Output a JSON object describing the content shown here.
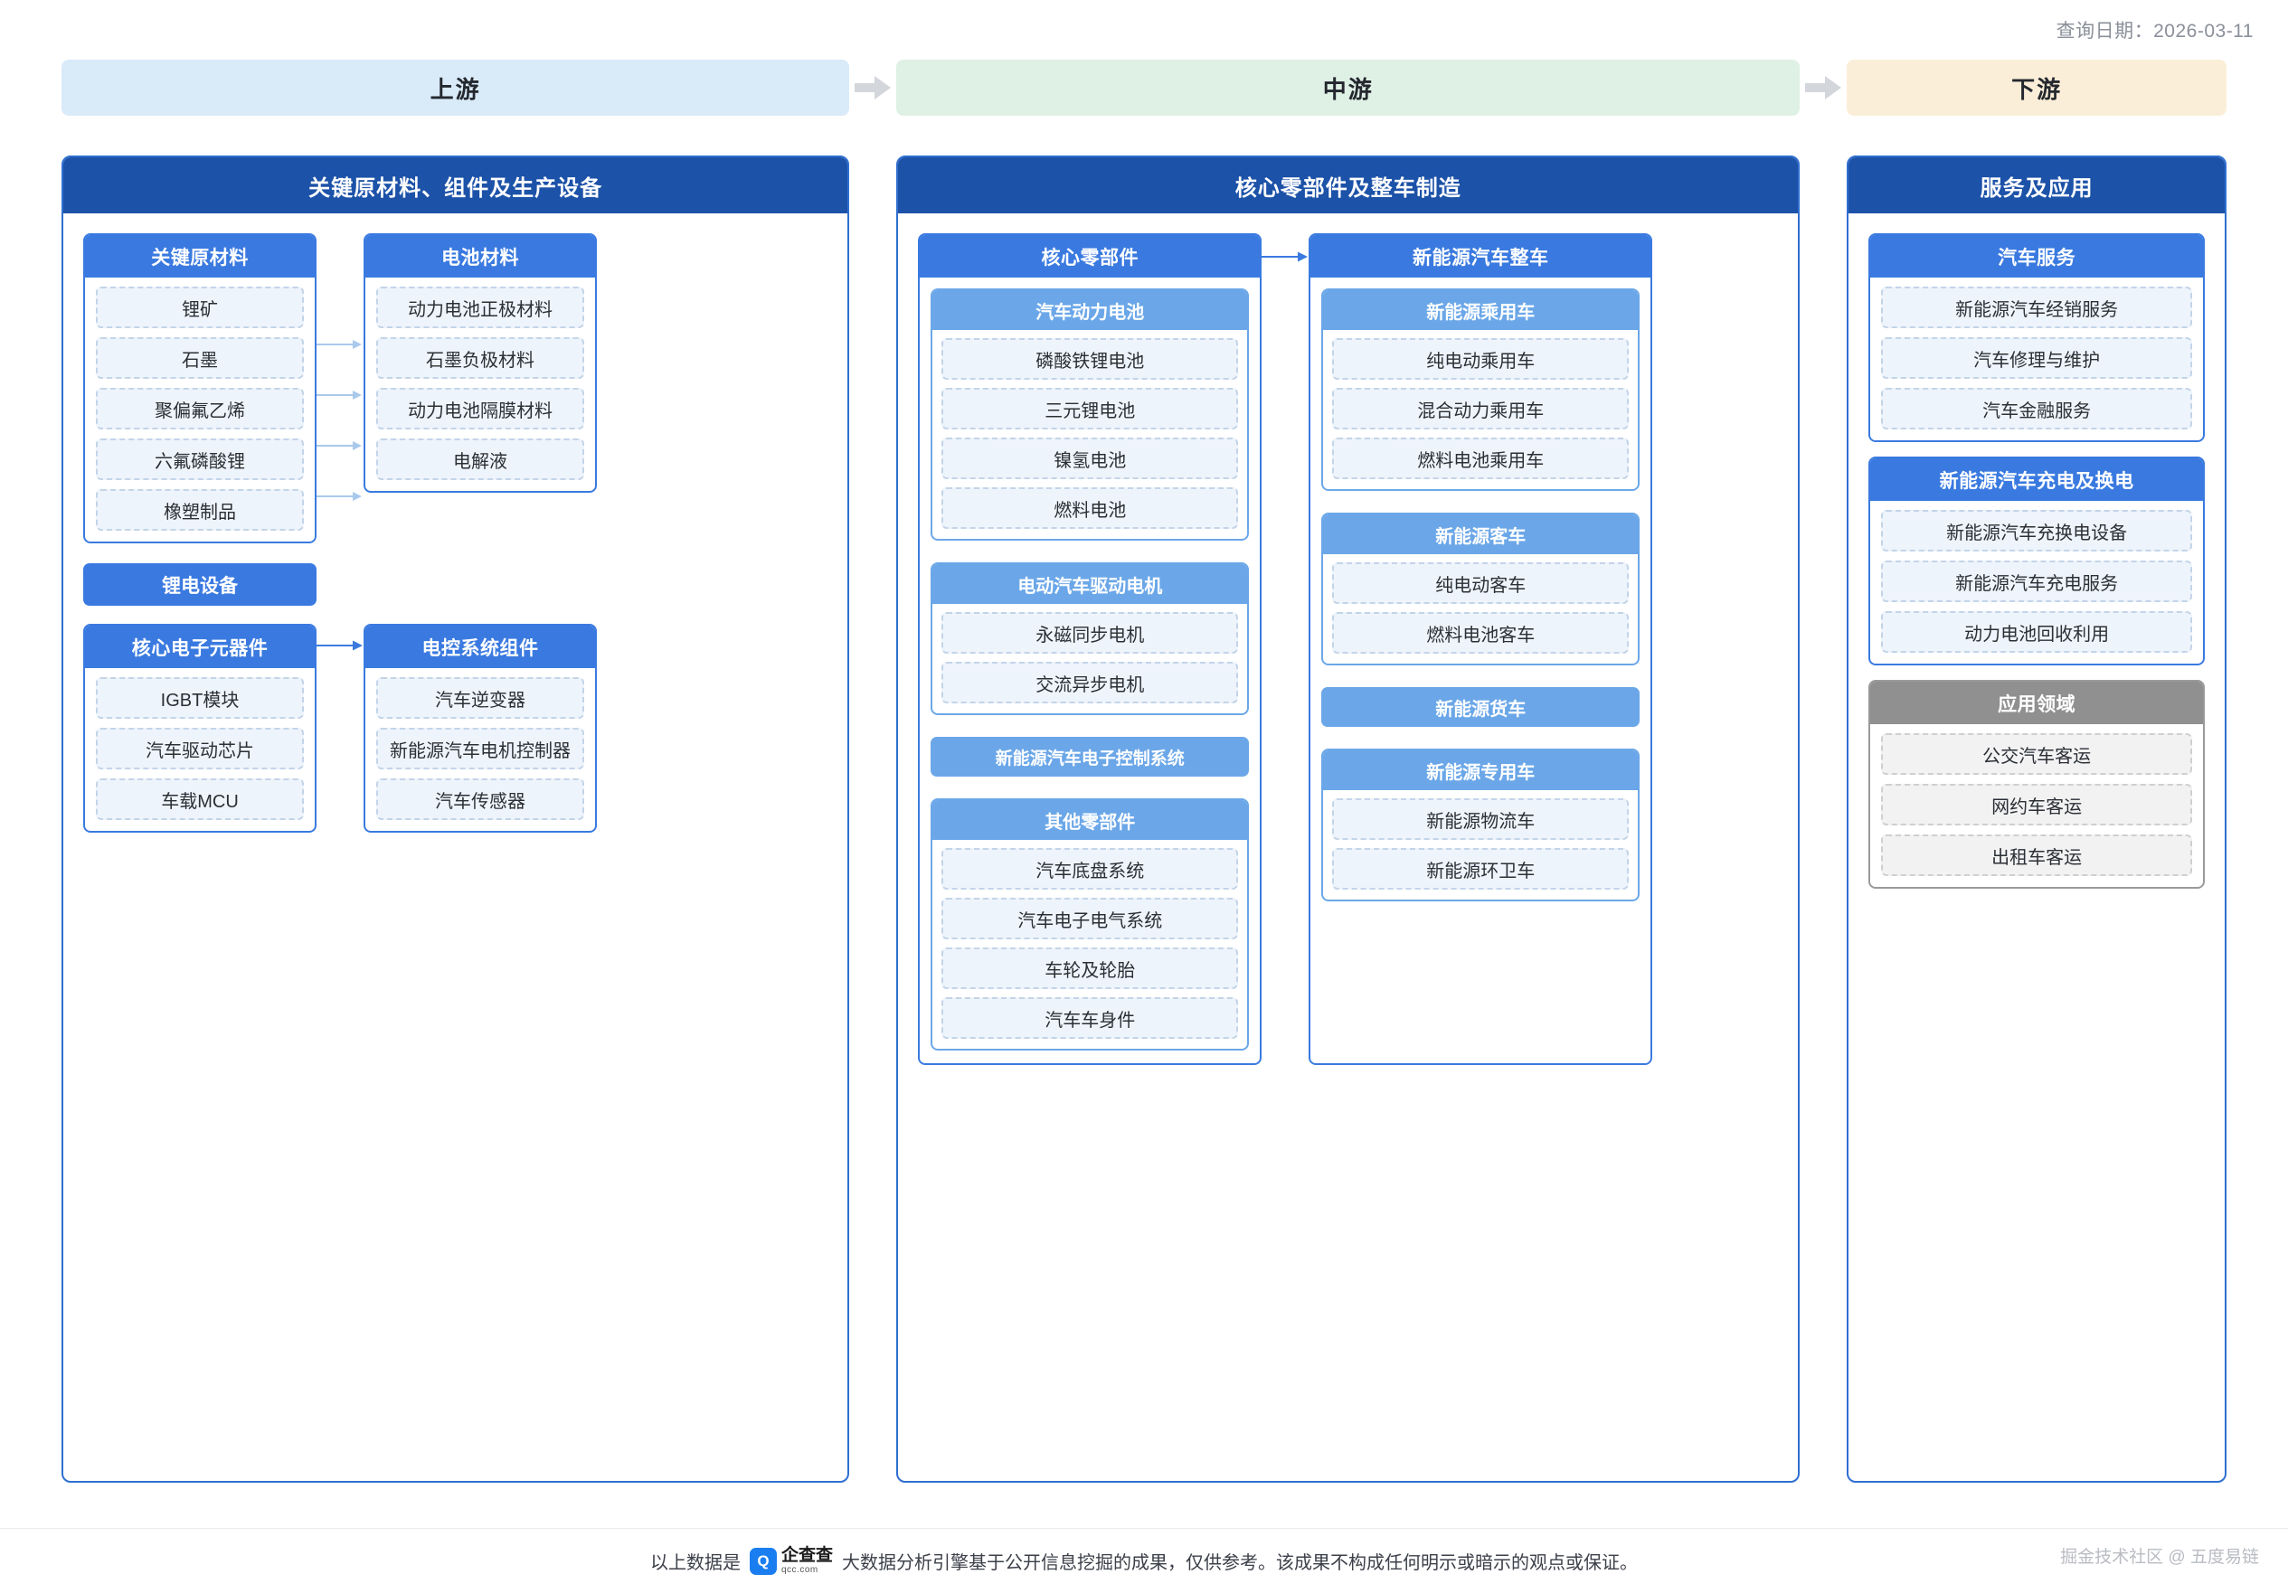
{
  "query_date": "查询日期：2026-03-11",
  "stages": [
    {
      "label": "上游",
      "color": "#d9eaf9"
    },
    {
      "label": "中游",
      "color": "#dff0e5"
    },
    {
      "label": "下游",
      "color": "#fbeed8"
    }
  ],
  "upstream": {
    "title": "关键原材料、组件及生产设备",
    "key_raw_materials": {
      "title": "关键原材料",
      "items": [
        "锂矿",
        "石墨",
        "聚偏氟乙烯",
        "六氟磷酸锂",
        "橡塑制品"
      ]
    },
    "battery_materials": {
      "title": "电池材料",
      "items": [
        "动力电池正极材料",
        "石墨负极材料",
        "动力电池隔膜材料",
        "电解液"
      ]
    },
    "lithium_equipment": {
      "title": "锂电设备"
    },
    "core_electronics": {
      "title": "核心电子元器件",
      "items": [
        "IGBT模块",
        "汽车驱动芯片",
        "车载MCU"
      ]
    },
    "ec_system_components": {
      "title": "电控系统组件",
      "items": [
        "汽车逆变器",
        "新能源汽车电机控制器",
        "汽车传感器"
      ]
    }
  },
  "midstream": {
    "title": "核心零部件及整车制造",
    "core_parts": {
      "title": "核心零部件",
      "groups": [
        {
          "title": "汽车动力电池",
          "items": [
            "磷酸铁锂电池",
            "三元锂电池",
            "镍氢电池",
            "燃料电池"
          ]
        },
        {
          "title": "电动汽车驱动电机",
          "items": [
            "永磁同步电机",
            "交流异步电机"
          ]
        },
        {
          "title": "新能源汽车电子控制系统",
          "items": []
        },
        {
          "title": "其他零部件",
          "items": [
            "汽车底盘系统",
            "汽车电子电气系统",
            "车轮及轮胎",
            "汽车车身件"
          ]
        }
      ]
    },
    "vehicles": {
      "title": "新能源汽车整车",
      "groups": [
        {
          "title": "新能源乘用车",
          "items": [
            "纯电动乘用车",
            "混合动力乘用车",
            "燃料电池乘用车"
          ]
        },
        {
          "title": "新能源客车",
          "items": [
            "纯电动客车",
            "燃料电池客车"
          ]
        },
        {
          "title": "新能源货车",
          "items": []
        },
        {
          "title": "新能源专用车",
          "items": [
            "新能源物流车",
            "新能源环卫车"
          ]
        }
      ]
    }
  },
  "downstream": {
    "title": "服务及应用",
    "groups": [
      {
        "title": "汽车服务",
        "items": [
          "新能源汽车经销服务",
          "汽车修理与维护",
          "汽车金融服务"
        ],
        "style": "blue"
      },
      {
        "title": "新能源汽车充电及换电",
        "items": [
          "新能源汽车充换电设备",
          "新能源汽车充电服务",
          "动力电池回收利用"
        ],
        "style": "blue"
      },
      {
        "title": "应用领域",
        "items": [
          "公交汽车客运",
          "网约车客运",
          "出租车客运"
        ],
        "style": "gray"
      }
    ]
  },
  "footer": {
    "prefix": "以上数据是",
    "brand_cn": "企查查",
    "brand_en": "qcc.com",
    "brand_mark": "Q",
    "suffix": "大数据分析引擎基于公开信息挖掘的成果，仅供参考。该成果不构成任何明示或暗示的观点或保证。",
    "watermark": "掘金技术社区 @ 五度易链"
  },
  "colors": {
    "panel_header": "#1c52a8",
    "group_header": "#3a7ae0",
    "subgroup_header": "#6ba7e8",
    "item_fill": "#eef4fb",
    "item_border": "#c3d4e8",
    "gray_header": "#909090",
    "arrow": "#c9ccd1",
    "connector": "#8fb9e8"
  }
}
